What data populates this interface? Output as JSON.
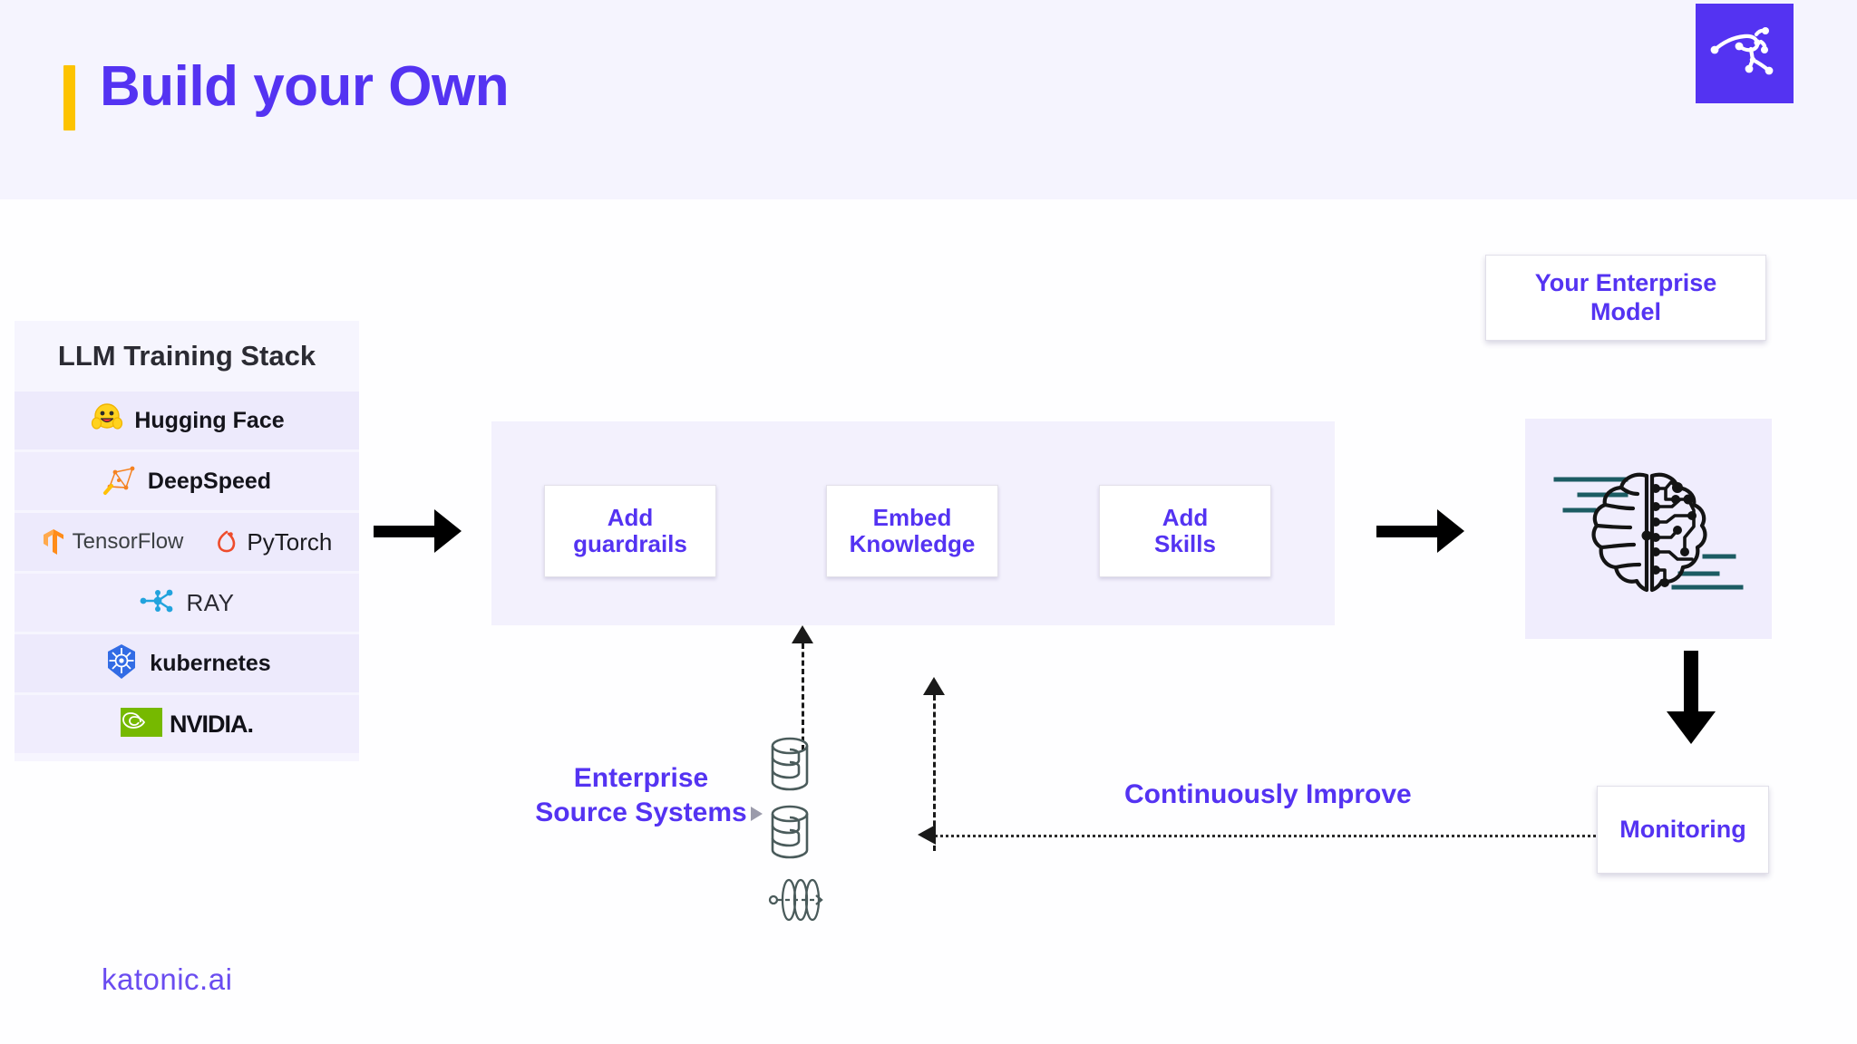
{
  "header": {
    "title": "Build your Own",
    "accent_color": "#fdc300",
    "title_color": "#5433f2",
    "band_color": "#f5f4fe",
    "logo": {
      "name": "katonic-kangaroo-logo",
      "bg_color": "#5433f2"
    }
  },
  "stack_panel": {
    "title": "LLM Training Stack",
    "rows": [
      {
        "icon": "hugging-face-icon",
        "label": "Hugging Face"
      },
      {
        "icon": "deepspeed-icon",
        "label": "DeepSpeed"
      },
      {
        "icon": "tensorflow-icon",
        "label": "TensorFlow",
        "icon2": "pytorch-icon",
        "label2": "PyTorch"
      },
      {
        "icon": "ray-icon",
        "label": "RAY"
      },
      {
        "icon": "kubernetes-icon",
        "label": "kubernetes"
      },
      {
        "icon": "nvidia-icon",
        "label": "NVIDIA."
      }
    ]
  },
  "process": {
    "steps": [
      {
        "line1": "Add",
        "line2": "guardrails"
      },
      {
        "line1": "Embed",
        "line2": "Knowledge"
      },
      {
        "line1": "Add",
        "line2": "Skills"
      }
    ]
  },
  "enterprise_model": {
    "line1": "Your Enterprise",
    "line2": "Model"
  },
  "brain": {
    "icon": "ai-brain-circuit-icon",
    "bg_color": "#f0edfd"
  },
  "monitoring": {
    "label": "Monitoring"
  },
  "feedback": {
    "label": "Continuously Improve"
  },
  "source_systems": {
    "line1": "Enterprise",
    "line2": "Source Systems",
    "icons": [
      "database-icon",
      "database-icon",
      "data-stream-icon"
    ]
  },
  "footer": {
    "link": "katonic.ai",
    "color": "#6a4cf0"
  }
}
